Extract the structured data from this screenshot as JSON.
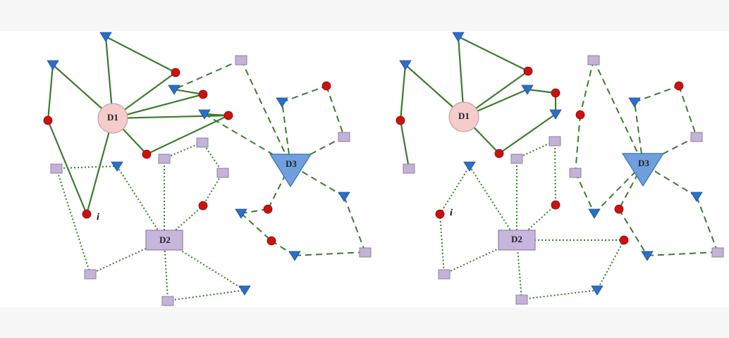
{
  "panels": [
    {
      "id": "left",
      "hubs": {
        "d1": "D1",
        "d2": "D2",
        "d3": "D3"
      },
      "node_label": "i"
    },
    {
      "id": "right",
      "hubs": {
        "d1": "D1",
        "d2": "D2",
        "d3": "D3"
      },
      "node_label": "i"
    }
  ],
  "colors": {
    "edge": "#3a7d2c",
    "circle": "#cc1111",
    "triangle": "#2a6fc9",
    "square": "#c3b3d6",
    "square_stroke": "#8f7fa8",
    "hub_circle": "#f4cccc",
    "hub_square": "#c7b6db",
    "hub_triangle": "#6f9fde"
  }
}
